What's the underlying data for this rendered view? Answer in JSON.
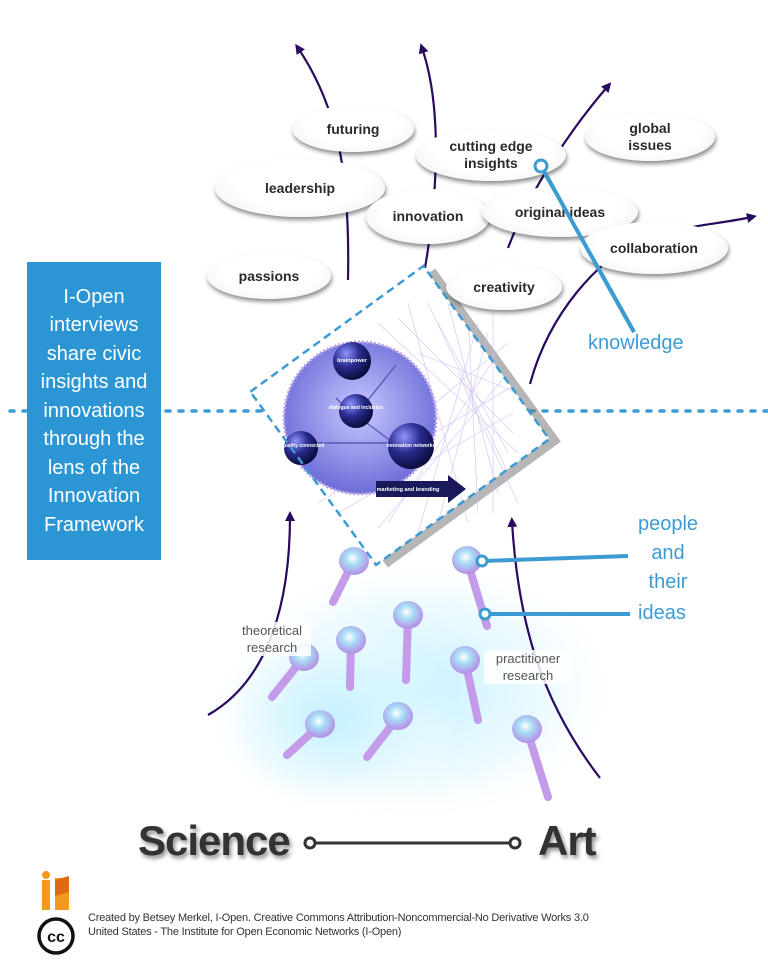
{
  "bubbles": [
    {
      "label": "futuring"
    },
    {
      "label": "cutting edge insights"
    },
    {
      "label": "global issues"
    },
    {
      "label": "leadership"
    },
    {
      "label": "innovation"
    },
    {
      "label": "original ideas"
    },
    {
      "label": "collaboration"
    },
    {
      "label": "passions"
    },
    {
      "label": "creativity"
    }
  ],
  "sidebar_text": "I-Open interviews share civic insights and innovations through the lens of the Innovation Framework",
  "callouts": {
    "knowledge": "knowledge",
    "people_and_their": "people and their",
    "ideas": "ideas"
  },
  "research_labels": {
    "theoretical": "theoretical research",
    "practitioner": "practitioner research"
  },
  "framework_image": {
    "brainpower": "brainpower",
    "dialogue": "dialogue and inclusion",
    "quality": "quality connected",
    "networks": "innovation networks",
    "marketing": "marketing and branding"
  },
  "axis": {
    "left": "Science",
    "right": "Art"
  },
  "credit": {
    "line1": "Created by Betsey Merkel, I-Open. Creative Commons Attribution-Noncommercial-No Derivative Works 3.0",
    "line2": "United States - The Institute for Open Economic Networks (I-Open)"
  },
  "icons": [
    "i-open-logo-icon",
    "creative-commons-icon"
  ],
  "colors": {
    "arrow": "#2a0a5e",
    "blue": "#2c96d4",
    "pin": "#c39be8",
    "dotted_line": "#3d9bd3"
  }
}
